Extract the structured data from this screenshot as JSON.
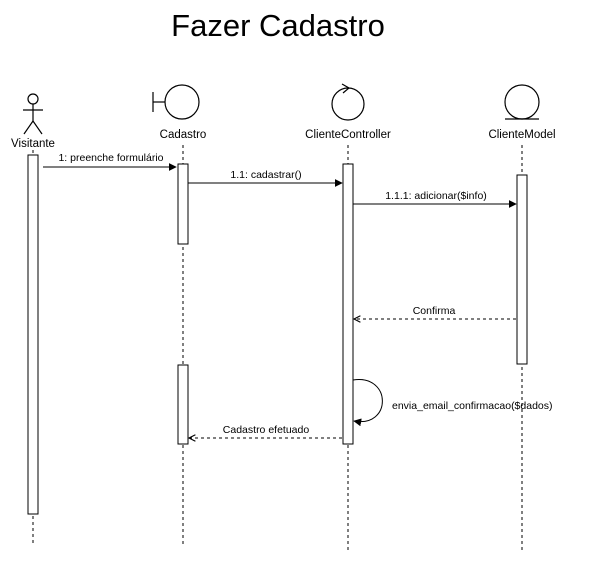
{
  "title": "Fazer Cadastro",
  "participants": {
    "visitante": {
      "label": "Visitante",
      "kind": "actor"
    },
    "cadastro": {
      "label": "Cadastro",
      "kind": "boundary"
    },
    "controller": {
      "label": "ClienteController",
      "kind": "control"
    },
    "model": {
      "label": "ClienteModel",
      "kind": "entity"
    }
  },
  "messages": {
    "m1": {
      "label": "1: preenche formulário",
      "style": "sync"
    },
    "m2": {
      "label": "1.1: cadastrar()",
      "style": "sync"
    },
    "m3": {
      "label": "1.1.1: adicionar($info)",
      "style": "sync"
    },
    "m4": {
      "label": "Confirma",
      "style": "return"
    },
    "m5": {
      "label": "envia_email_confirmacao($dados)",
      "style": "self"
    },
    "m6": {
      "label": "Cadastro efetuado",
      "style": "return"
    }
  },
  "colors": {
    "line": "#000000",
    "background": "#ffffff"
  }
}
